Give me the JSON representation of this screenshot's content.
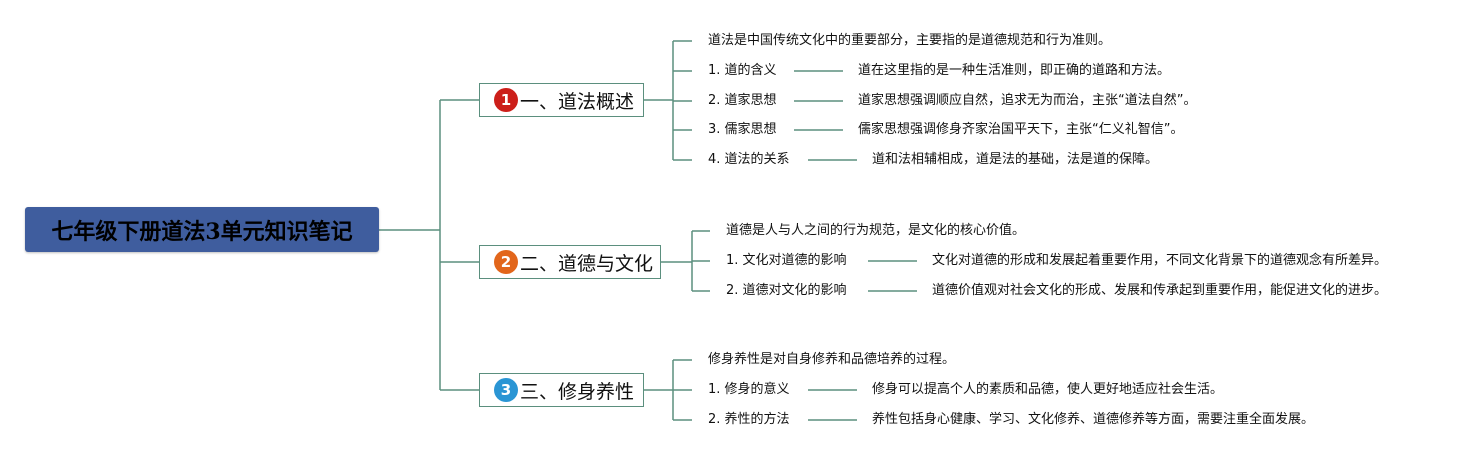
{
  "root": {
    "title": "七年级下册道法3单元知识笔记"
  },
  "branches": [
    {
      "badge": "1",
      "badge_color": "#cc1f1a",
      "label": "一、道法概述",
      "intro": "道法是中国传统文化中的重要部分，主要指的是道德规范和行为准则。",
      "items": [
        {
          "label": "1. 道的含义",
          "detail": "道在这里指的是一种生活准则，即正确的道路和方法。"
        },
        {
          "label": "2. 道家思想",
          "detail": "道家思想强调顺应自然，追求无为而治，主张“道法自然”。"
        },
        {
          "label": "3. 儒家思想",
          "detail": "儒家思想强调修身齐家治国平天下，主张“仁义礼智信”。"
        },
        {
          "label": "4. 道法的关系",
          "detail": "道和法相辅相成，道是法的基础，法是道的保障。"
        }
      ]
    },
    {
      "badge": "2",
      "badge_color": "#e2661b",
      "label": "二、道德与文化",
      "intro": "道德是人与人之间的行为规范，是文化的核心价值。",
      "items": [
        {
          "label": "1. 文化对道德的影响",
          "detail": "文化对道德的形成和发展起着重要作用，不同文化背景下的道德观念有所差异。"
        },
        {
          "label": "2. 道德对文化的影响",
          "detail": "道德价值观对社会文化的形成、发展和传承起到重要作用，能促进文化的进步。"
        }
      ]
    },
    {
      "badge": "3",
      "badge_color": "#2a95d4",
      "label": "三、修身养性",
      "intro": "修身养性是对自身修养和品德培养的过程。",
      "items": [
        {
          "label": "1. 修身的意义",
          "detail": "修身可以提高个人的素质和品德，使人更好地适应社会生活。"
        },
        {
          "label": "2. 养性的方法",
          "detail": "养性包括身心健康、学习、文化修养、道德修养等方面，需要注重全面发展。"
        }
      ]
    }
  ]
}
